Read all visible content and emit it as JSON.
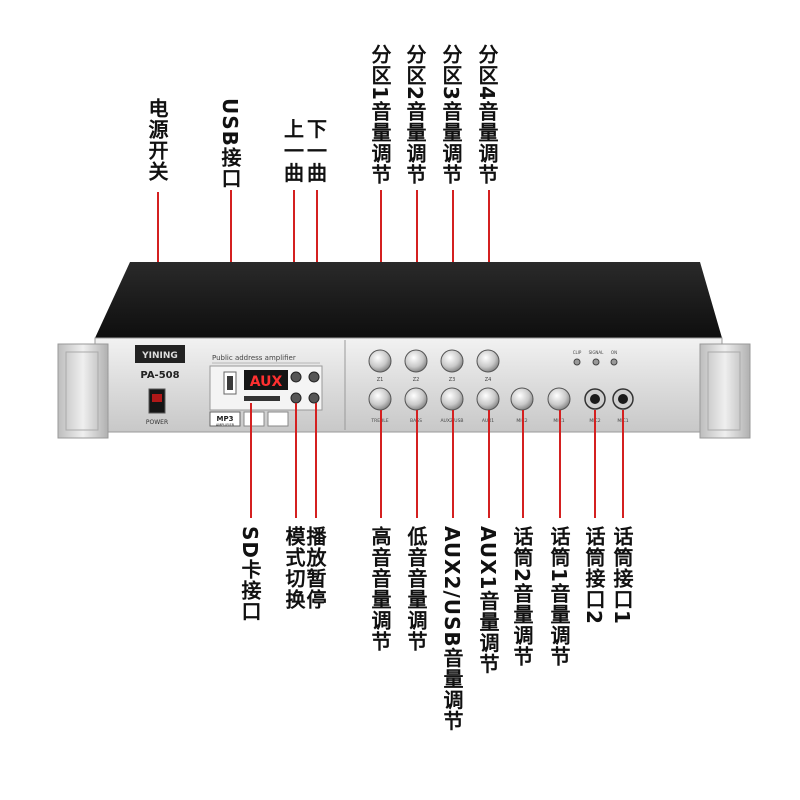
{
  "device": {
    "brand": "YINING",
    "model": "PA-508",
    "panel_title": "Public address amplifier",
    "power_label": "POWER",
    "display_text": "AUX",
    "mp3_label": "MP3",
    "mp3_sub": "AMPLIFIER",
    "knob_labels": [
      "TREBLE",
      "BASS",
      "AUX2/USB",
      "AUX1",
      "MIC2",
      "MIC1"
    ],
    "zone_labels": [
      "Z1",
      "Z2",
      "Z3",
      "Z4"
    ],
    "jack_labels": [
      "MIC2",
      "MIC1"
    ],
    "indicator_labels": [
      "CLIP",
      "SIGNAL",
      "ON"
    ]
  },
  "labels": {
    "power_switch": "电源开关",
    "usb_port": "USB接口",
    "prev_track_1": "上",
    "prev_track_2": "一",
    "prev_track_3": "曲",
    "next_track_1": "下",
    "next_track_2": "一",
    "next_track_3": "曲",
    "zone1": "分区1音量调节",
    "zone2": "分区2音量调节",
    "zone3": "分区3音量调节",
    "zone4": "分区4音量调节",
    "sd_card": "SD卡接口",
    "mode_switch": "模式切换",
    "play_pause": "播放暂停",
    "treble": "高音音量调节",
    "bass": "低音音量调节",
    "aux2_usb": "AUX2/USB音量调节",
    "aux1": "AUX1音量调节",
    "mic2_vol": "话筒2音量调节",
    "mic1_vol": "话筒1音量调节",
    "mic2_jack": "话筒接口2",
    "mic1_jack": "话筒接口1"
  },
  "colors": {
    "leader_line": "#d42020",
    "chassis_top": "#1a1a1a",
    "panel": "#e8e8e8",
    "display_bg": "#1a1a1a",
    "display_text": "#ff3030"
  }
}
